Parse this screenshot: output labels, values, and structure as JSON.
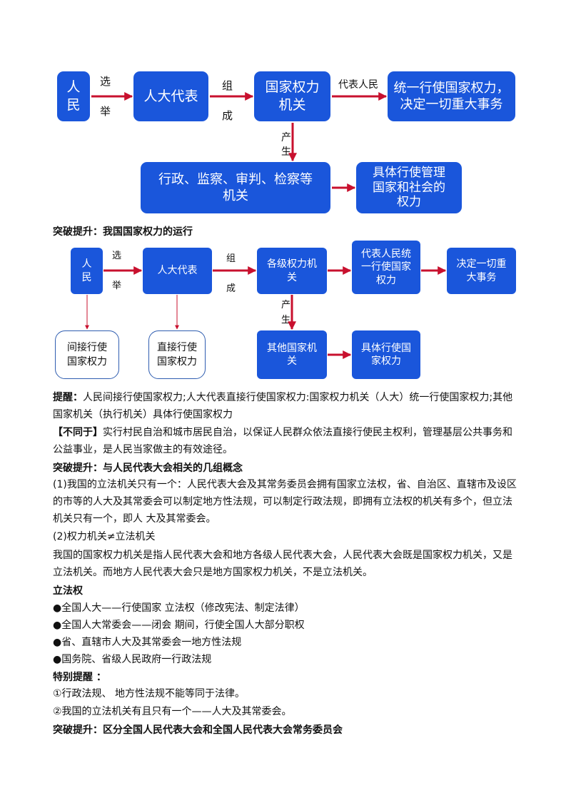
{
  "diagram1": {
    "people": "人\n民",
    "elect": "选\n\n举",
    "deputies": "人大代表",
    "compose": "组\n\n成",
    "organ": "国家权力\n机关",
    "represent": "代表人民",
    "unified": "统一行使国家权力，\n决定一切重大事务",
    "produce": "产\n生",
    "others": "行政、监察、审判、检察等\n机关",
    "specific": "具体行使管理\n国家和社会的\n权力"
  },
  "heading1": "突破提升：我国国家权力的运行",
  "diagram2": {
    "people": "人\n民",
    "elect": "选\n\n举",
    "deputies": "人大代表",
    "compose": "组\n\n成",
    "organ": "各级权力机\n关",
    "unified": "代表人民统\n一行使国家\n权力",
    "decide": "决定一切重\n大事务",
    "produce": "产\n生",
    "indirect": "间接行使\n国家权力",
    "direct": "直接行使\n国家权力",
    "others": "其他国家机\n关",
    "specific": "具体行使国\n家权力"
  },
  "reminder": {
    "label": "提醒：",
    "text": "人民间接行使国家权力;人大代表直接行使国家权力:国家权力机关（人大）统一行使国家权力;其他国家机关（执行机关）具体行使国家权力"
  },
  "not_same": {
    "label": "【不同于】",
    "text": "实行村民自治和城市居民自治，以保证人民群众依法直接行使民主权利，管理基层公共事务和公益事业，是人民当家做主的有效途径。"
  },
  "heading2": "突破提升：与人民代表大会相关的几组概念",
  "para1": "(1)我国的立法机关只有一个：人民代表大会及其常务委员会拥有国家立法权，省、自治区、直辖市及设区的市等的人大及其常委会可以制定地方性法规，可以制定行政法规，即拥有立法权的机关有多个，但立法机关只有一个，即人  大及其常委会。",
  "para2": "(2)权力机关≠立法机关",
  "para3": "我国的国家权力机关是指人民代表大会和地方各级人民代表大会，人民代表大会既是国家权力机关，又是立法机关。而地方人民代表大会只是地方国家权力机关，不是立法机关。",
  "heading3": "立法权",
  "bullets": [
    "●全国人大——行使国家  立法权（修改宪法、制定法律）",
    "●全国人大常委会——闭会  期间，行使全国人大部分职权",
    "●省、直辖市人大及其常委会一地方性法规",
    "●国务院、省级人民政府一行政法规"
  ],
  "heading4": "特别提醒  ：",
  "notes": [
    "①行政法规、  地方性法规不能等同于法律。",
    "②我国的立法机关有且只有一个——人大及其常委会。"
  ],
  "heading5": "突破提升：区分全国人民代表大会和全国人民代表大会常务委员会",
  "colors": {
    "box": "#1a56db",
    "arrow": "#c8102e",
    "outline": "#2f5db0"
  }
}
